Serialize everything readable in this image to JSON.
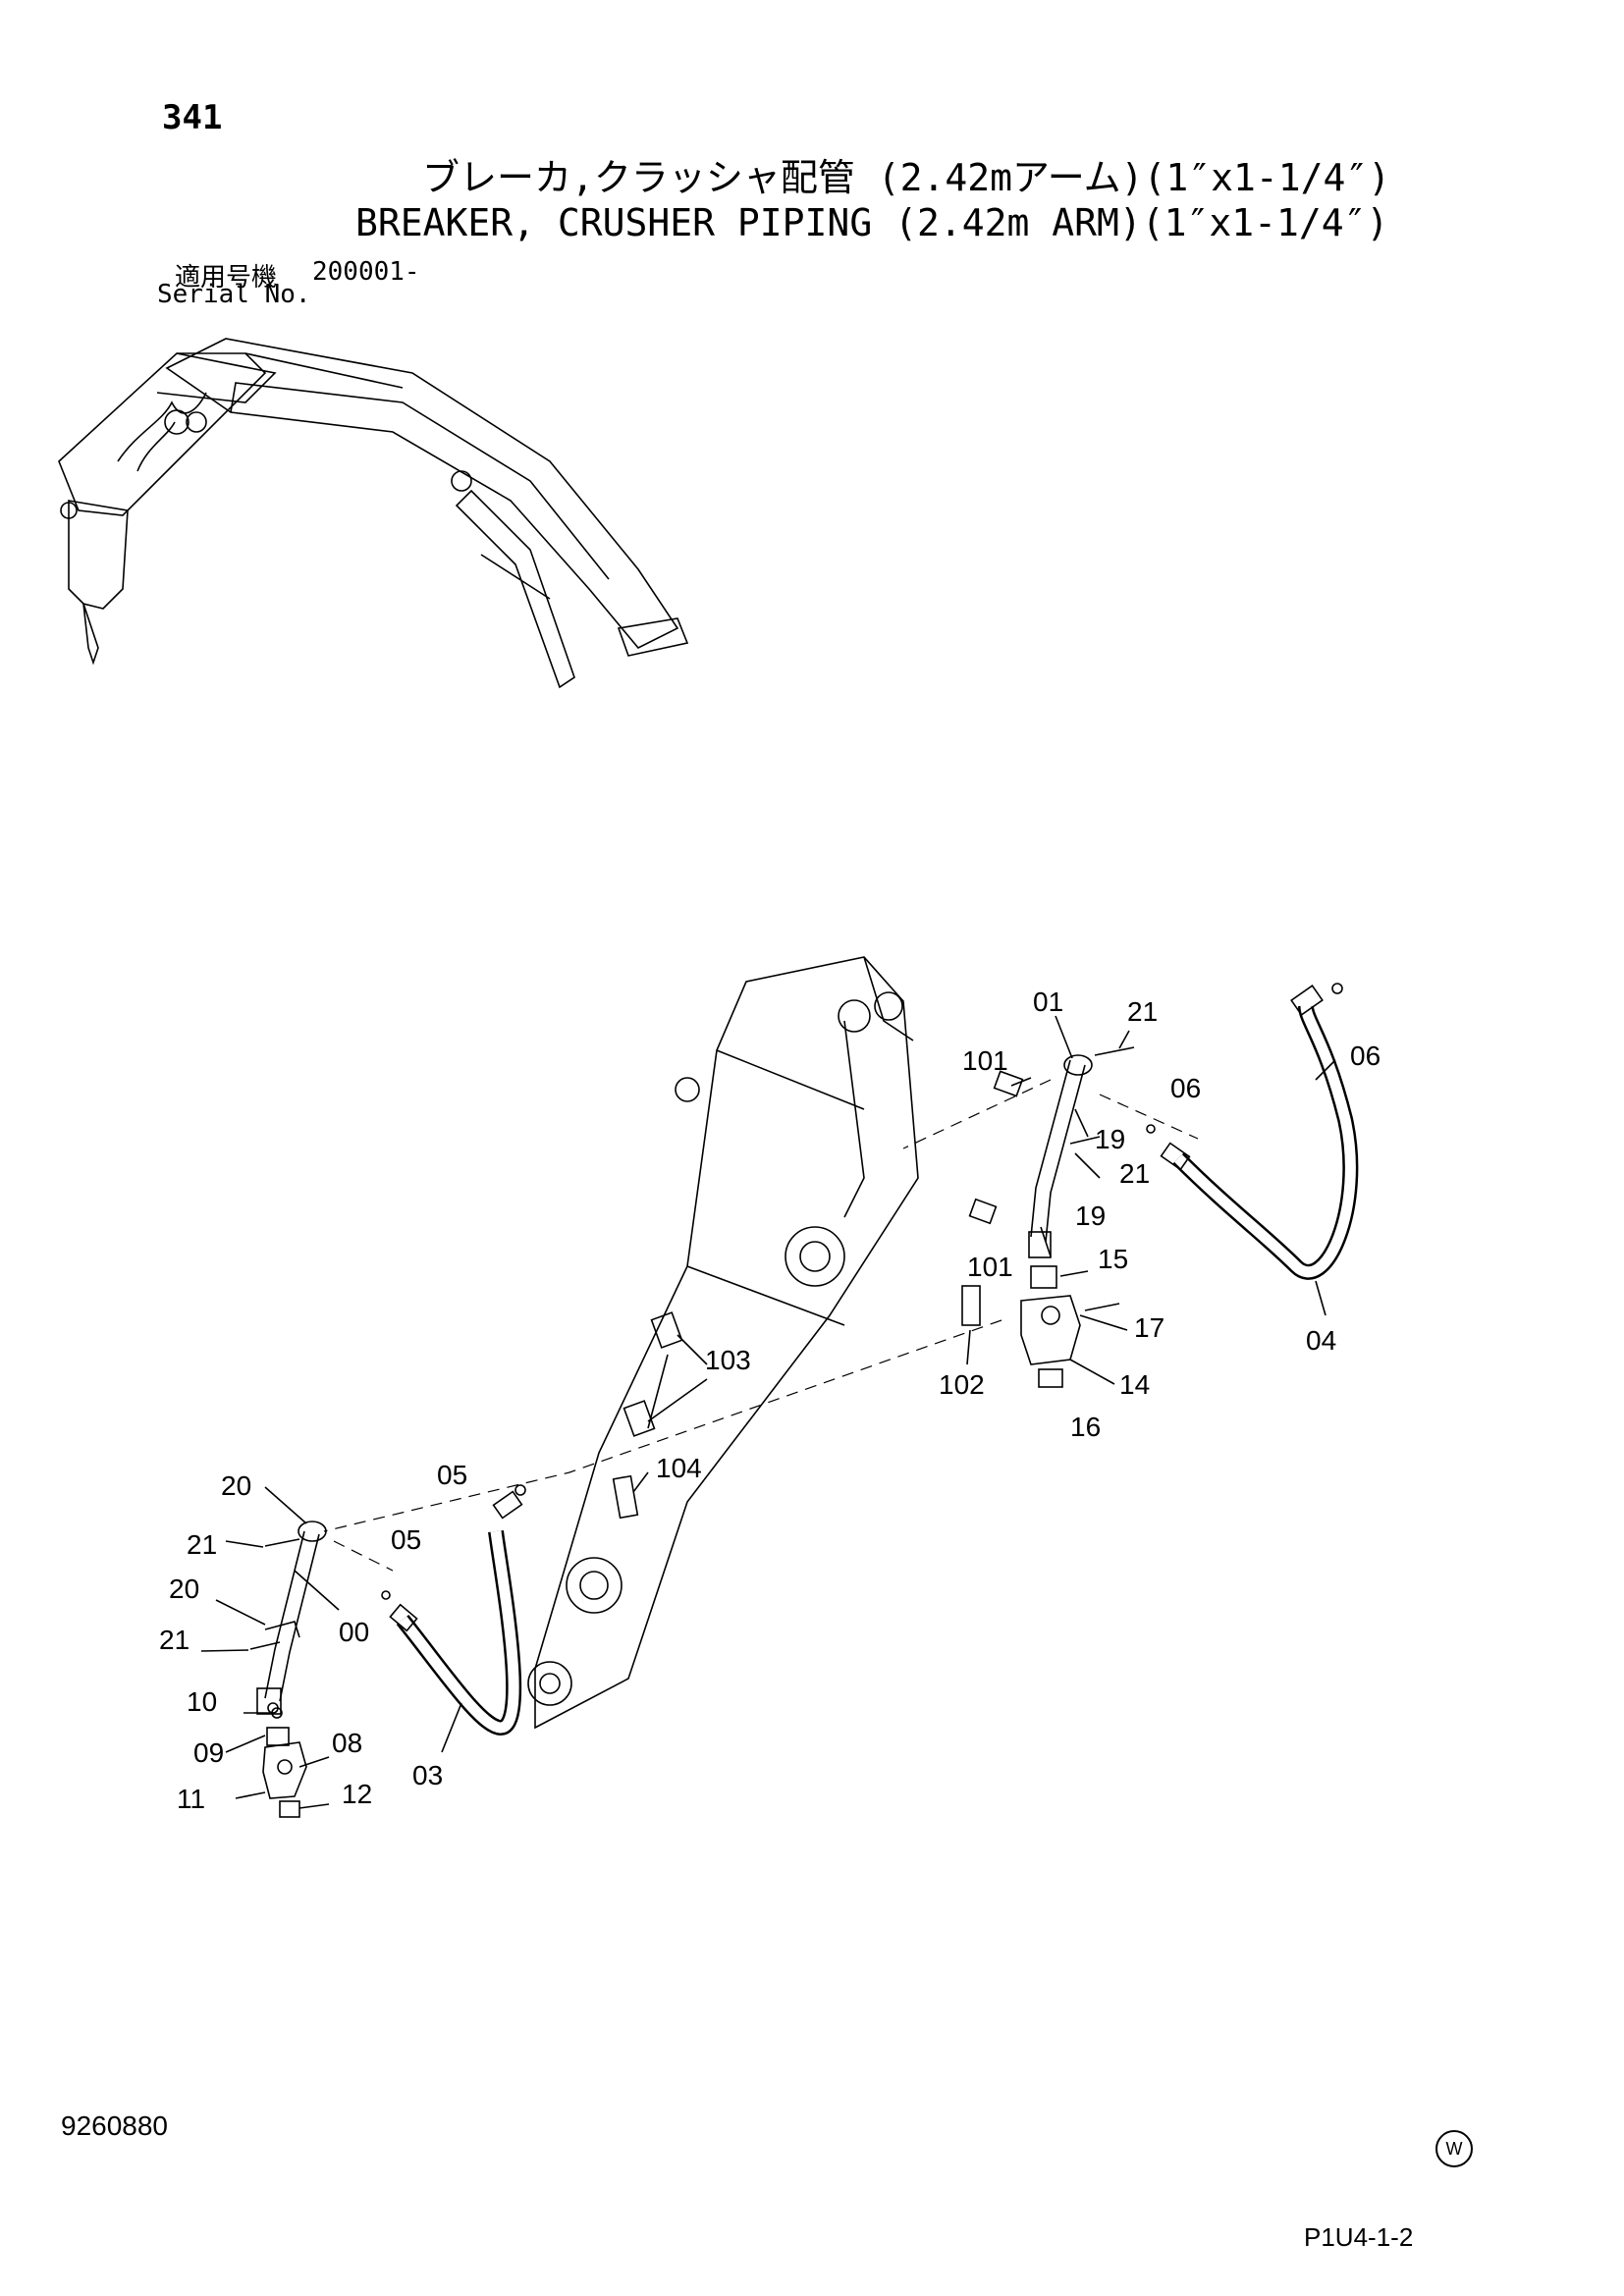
{
  "header": {
    "page_number": "341",
    "title_jp": "ブレーカ,クラッシャ配管 (2.42mアーム)(1″x1-1/4″)",
    "title_en": "BREAKER, CRUSHER PIPING (2.42m ARM)(1″x1-1/4″)",
    "serial_label_jp": "適用号機",
    "serial_value": "200001-",
    "serial_label_en": "Serial No."
  },
  "callouts": {
    "p00": "00",
    "p01": "01",
    "p03": "03",
    "p04": "04",
    "p05a": "05",
    "p05b": "05",
    "p06": "06",
    "p06b": "06",
    "p08": "08",
    "p09": "09",
    "p10": "10",
    "p11": "11",
    "p12": "12",
    "p14": "14",
    "p15": "15",
    "p16": "16",
    "p17": "17",
    "p19a": "19",
    "p19b": "19",
    "p20a": "20",
    "p20b": "20",
    "p21a": "21",
    "p21b": "21",
    "p21c": "21",
    "p21d": "21",
    "p101a": "101",
    "p101b": "101",
    "p102": "102",
    "p103": "103",
    "p104": "104"
  },
  "footer": {
    "doc_number": "9260880",
    "maker_mark": "W",
    "page_code": "P1U4-1-2"
  }
}
